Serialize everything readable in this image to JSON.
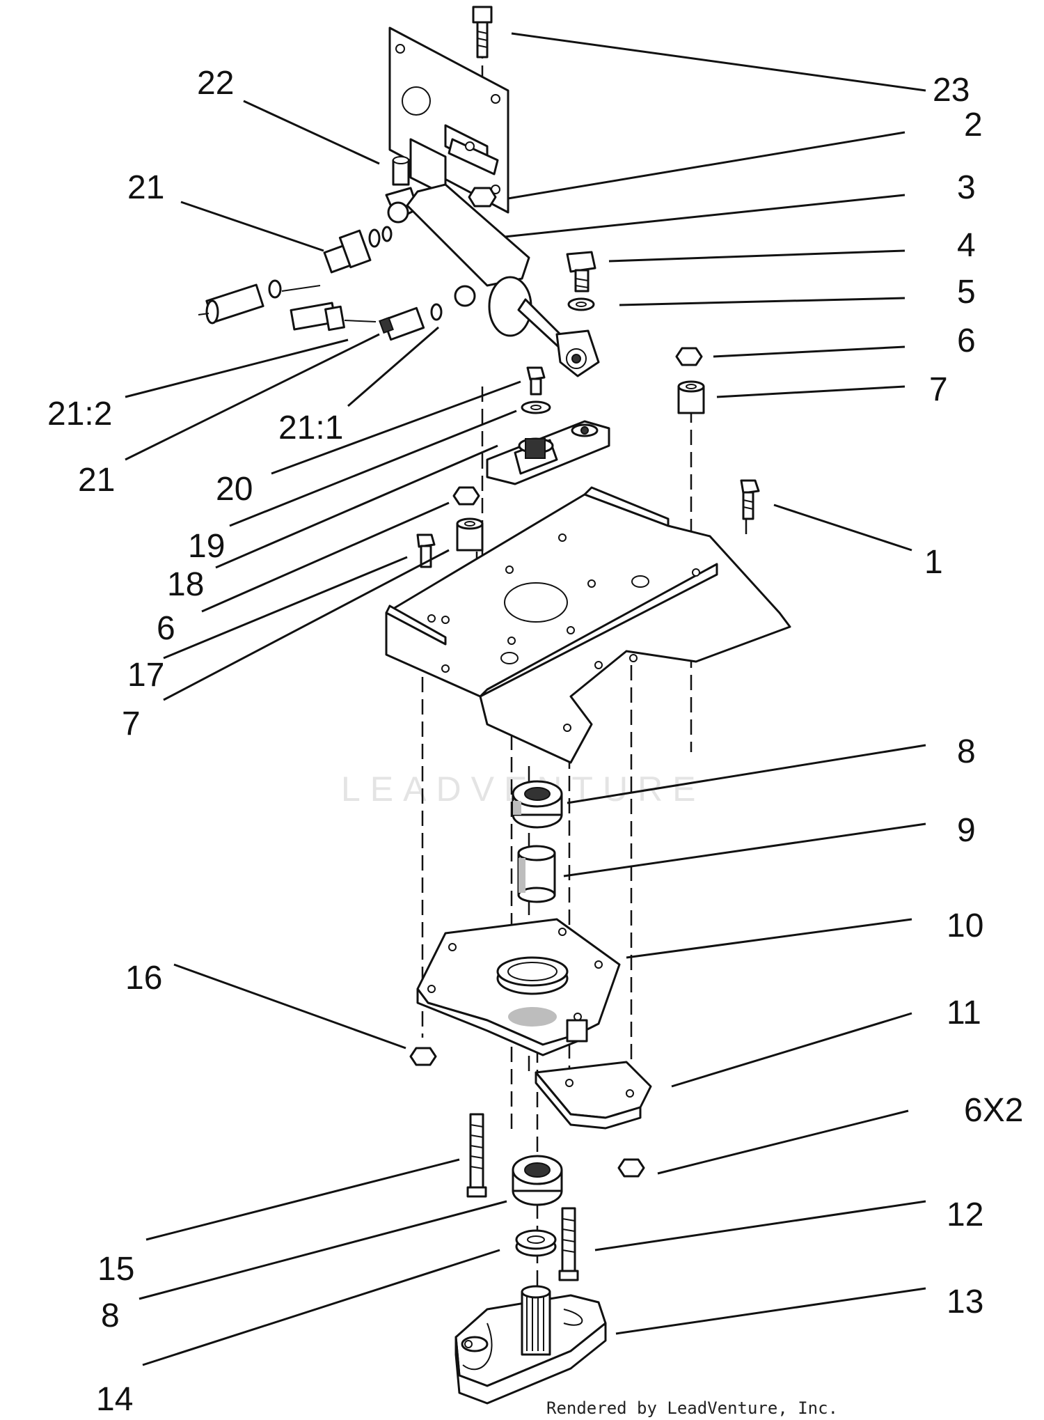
{
  "watermark": "LEADVENTURE",
  "credit": "Rendered by LeadVenture, Inc.",
  "callouts": [
    {
      "key": "c23",
      "label": "23"
    },
    {
      "key": "c2",
      "label": "2"
    },
    {
      "key": "c22",
      "label": "22"
    },
    {
      "key": "c3",
      "label": "3"
    },
    {
      "key": "c21a",
      "label": "21"
    },
    {
      "key": "c4",
      "label": "4"
    },
    {
      "key": "c5",
      "label": "5"
    },
    {
      "key": "c6a",
      "label": "6"
    },
    {
      "key": "c7a",
      "label": "7"
    },
    {
      "key": "c21_2",
      "label": "21:2"
    },
    {
      "key": "c21_1",
      "label": "21:1"
    },
    {
      "key": "c21b",
      "label": "21"
    },
    {
      "key": "c20",
      "label": "20"
    },
    {
      "key": "c1",
      "label": "1"
    },
    {
      "key": "c19",
      "label": "19"
    },
    {
      "key": "c18",
      "label": "18"
    },
    {
      "key": "c6b",
      "label": "6"
    },
    {
      "key": "c17",
      "label": "17"
    },
    {
      "key": "c7b",
      "label": "7"
    },
    {
      "key": "c8a",
      "label": "8"
    },
    {
      "key": "c9",
      "label": "9"
    },
    {
      "key": "c10",
      "label": "10"
    },
    {
      "key": "c16",
      "label": "16"
    },
    {
      "key": "c11",
      "label": "11"
    },
    {
      "key": "c6x2",
      "label": "6X2"
    },
    {
      "key": "c15",
      "label": "15"
    },
    {
      "key": "c12",
      "label": "12"
    },
    {
      "key": "c8b",
      "label": "8"
    },
    {
      "key": "c13",
      "label": "13"
    },
    {
      "key": "c14",
      "label": "14"
    }
  ]
}
